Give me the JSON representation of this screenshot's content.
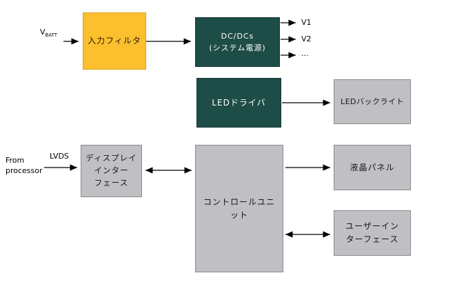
{
  "colors": {
    "background": "#FFFFFF",
    "yellow_fill": "#FCBF2D",
    "yellow_border": "#D9A427",
    "teal_fill": "#1E4D48",
    "teal_border": "#143632",
    "gray_fill": "#C0C0C4",
    "gray_border": "#8A8A8A",
    "arrow": "#000000"
  },
  "inputs": {
    "vbatt_symbol": "V",
    "vbatt_subscript": "BATT",
    "lvds_label": "LVDS",
    "from_processor": [
      "From",
      "processor"
    ]
  },
  "outputs": {
    "v1": "V1",
    "v2": "V2",
    "more": "..."
  },
  "blocks": {
    "input_filter": "入力フィルタ",
    "dcdc_line1": "DC/DCs",
    "dcdc_line2": "(システム電源)",
    "led_driver": "LEDドライバ",
    "led_backlight": "LEDバックライト",
    "display_interface_lines": [
      "ディスプレイ",
      "インター",
      "フェース"
    ],
    "control_unit": "コントロールユニット",
    "lcd_panel": "液晶パネル",
    "user_interface": "ユーザーインターフェース"
  }
}
